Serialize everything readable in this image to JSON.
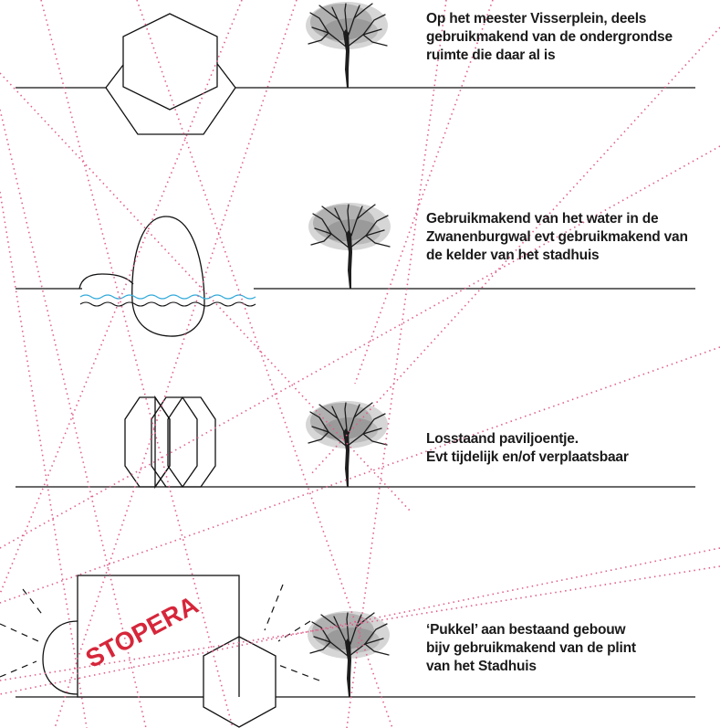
{
  "captions": [
    "Op het meester Visserplein, deels\ngebruikmakend van de ondergrondse\nruimte die daar al is",
    "Gebruikmakend van het water in de\nZwanenburgwal evt gebruikmakend van\nde kelder van het stadhuis",
    "Losstaand paviljoentje.\nEvt tijdelijk en/of verplaatsbaar",
    "‘Pukkel’ aan bestaand gebouw\nbijv gebruikmakend van de plint\nvan het Stadhuis"
  ],
  "building_label": "STOPERA",
  "colors": {
    "line": "#111111",
    "dotted": "#e0608a",
    "water": "#2fa9d9",
    "stamp": "#d6263a",
    "tree": "#1e1e1e"
  },
  "icons": [
    "tree-icon",
    "hexagon-pavilion",
    "egg-pavilion",
    "folded-pavilion",
    "hexagon-annex"
  ]
}
